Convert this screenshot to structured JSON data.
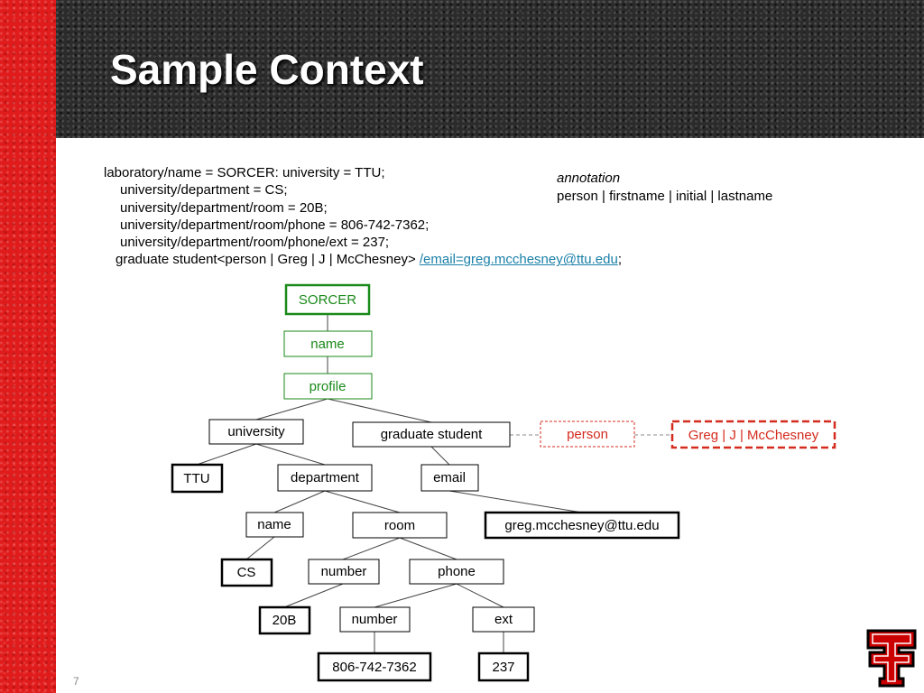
{
  "slide": {
    "title": "Sample Context",
    "page_number": "7"
  },
  "context_text": {
    "line1": "laboratory/name = SORCER: university = TTU;",
    "line2": "university/department = CS;",
    "line3": "university/department/room = 20B;",
    "line4": "university/department/room/phone = 806-742-7362;",
    "line5": "university/department/room/phone/ext = 237;",
    "line6_prefix": "graduate student<person | Greg |  J  | McChesney>",
    "line6_link": "/email=greg.mcchesney@ttu.edu",
    "line6_suffix": ";"
  },
  "annotation": {
    "title": "annotation",
    "fields": "person | firstname | initial | lastname"
  },
  "diagram": {
    "colors": {
      "green": "#1a8a1a",
      "red": "#d42b1e",
      "black": "#000000",
      "line": "#444444",
      "dashed_line": "#888888"
    },
    "nodes": {
      "sorcer": "SORCER",
      "name_top": "name",
      "profile": "profile",
      "university": "university",
      "graduate_student": "graduate student",
      "person": "person",
      "greg": "Greg | J | McChesney",
      "ttu": "TTU",
      "department": "department",
      "email": "email",
      "dept_name": "name",
      "room": "room",
      "email_value": "greg.mcchesney@ttu.edu",
      "cs": "CS",
      "room_number": "number",
      "phone": "phone",
      "v20b": "20B",
      "phone_number": "number",
      "ext": "ext",
      "phone_value": "806-742-7362",
      "ext_value": "237"
    }
  },
  "logo": {
    "icon": "double-t-logo-icon"
  }
}
